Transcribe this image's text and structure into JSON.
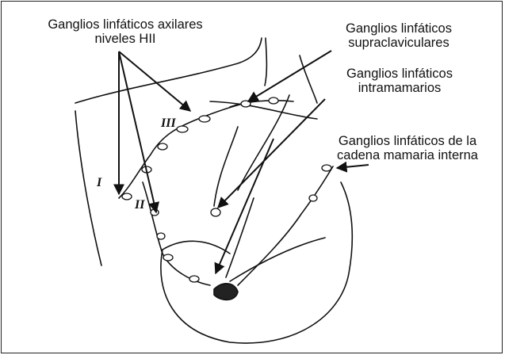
{
  "labels": {
    "axillary": "Ganglios linfáticos axilares\nniveles HII",
    "supraclavicular": "Ganglios linfáticos\nsupraclaviculares",
    "intramammary": "Ganglios linfáticos\nintramamarios",
    "internal_mammary": "Ganglios linfáticos de la\ncadena mamaria interna"
  },
  "levels": {
    "level_1": "I",
    "level_2": "II",
    "level_3": "III"
  },
  "colors": {
    "ink": "#111111",
    "background": "#ffffff"
  }
}
